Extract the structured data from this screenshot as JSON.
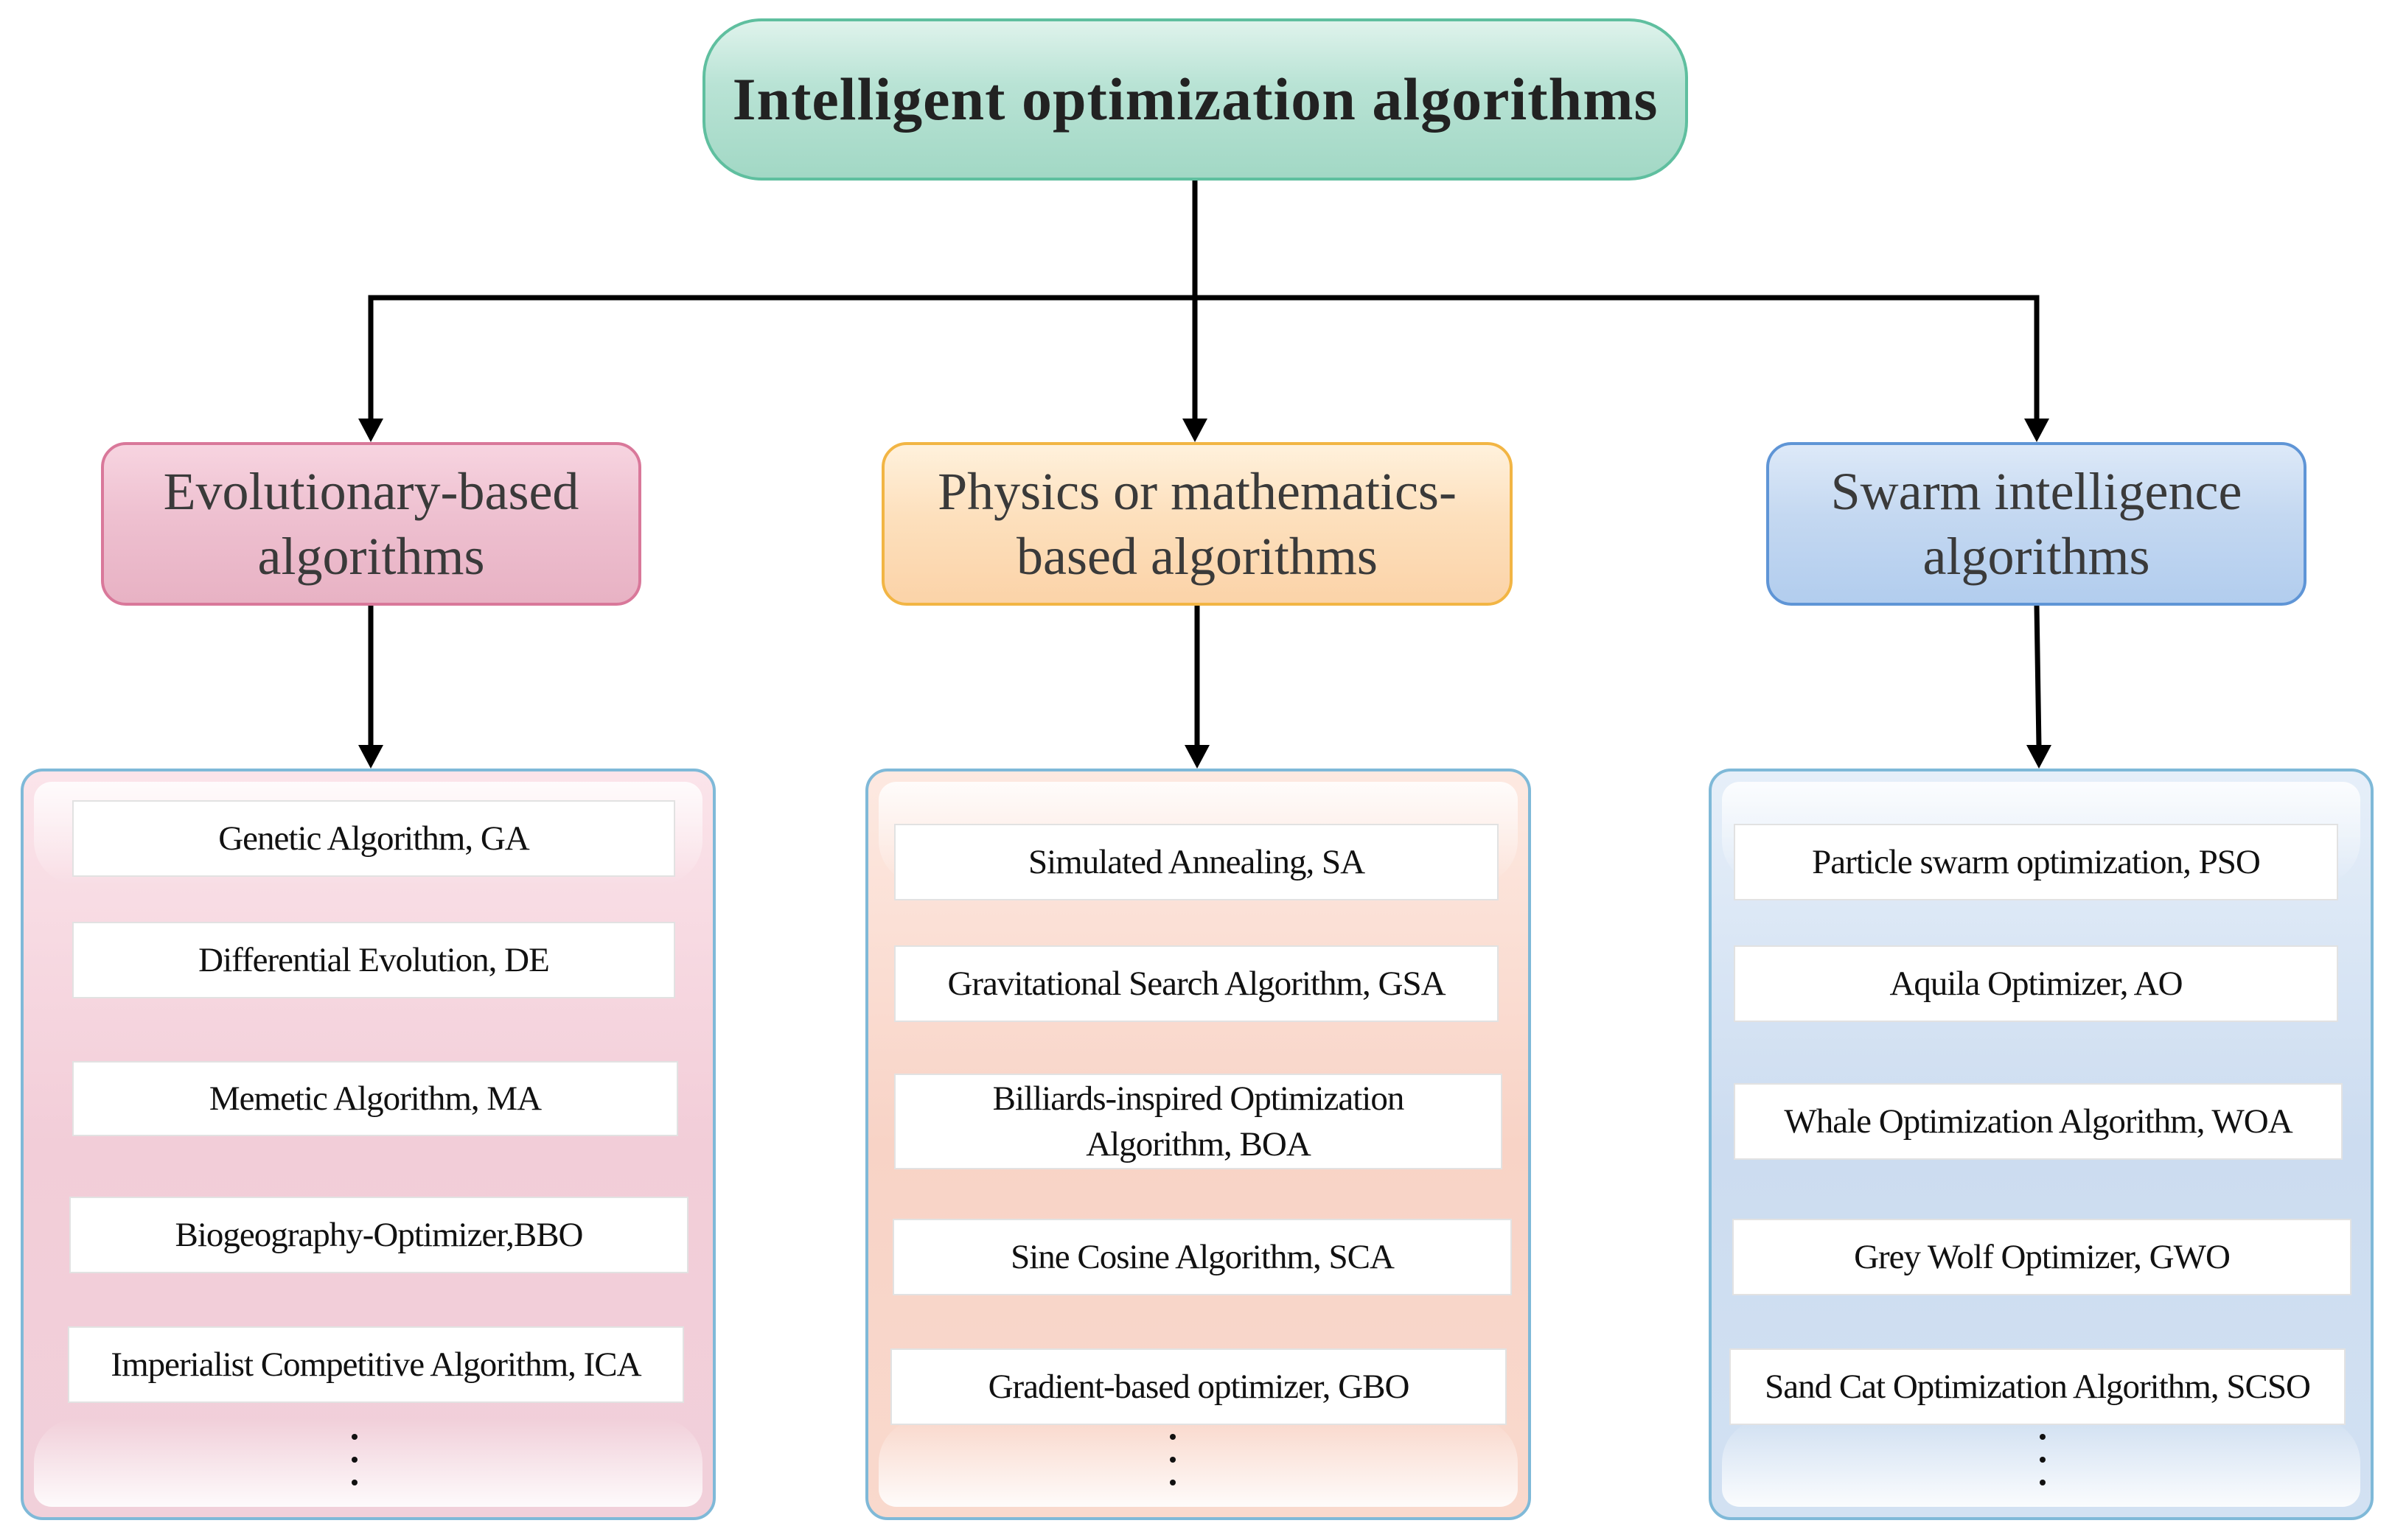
{
  "root": {
    "title": "Intelligent optimization algorithms"
  },
  "categories": [
    {
      "id": "evolutionary",
      "label": "Evolutionary-based\nalgorithms",
      "border_color": "#d9789a",
      "fill_color": "#eec0d0",
      "algorithms": [
        "Genetic Algorithm, GA",
        "Differential Evolution, DE",
        "Memetic Algorithm, MA",
        "Biogeography-Optimizer,BBO",
        "Imperialist Competitive Algorithm, ICA"
      ],
      "more_indicator": "vertical-ellipsis"
    },
    {
      "id": "physics",
      "label": "Physics or mathematics-\nbased algorithms",
      "border_color": "#f2b544",
      "fill_color": "#fde0bd",
      "algorithms": [
        "Simulated Annealing, SA",
        "Gravitational Search Algorithm, GSA",
        "Billiards-inspired Optimization\nAlgorithm, BOA",
        "Sine Cosine Algorithm, SCA",
        "Gradient-based optimizer, GBO"
      ],
      "more_indicator": "vertical-ellipsis"
    },
    {
      "id": "swarm",
      "label": "Swarm intelligence\nalgorithms",
      "border_color": "#5f95d6",
      "fill_color": "#c4d8f1",
      "algorithms": [
        "Particle swarm optimization, PSO",
        "Aquila Optimizer, AO",
        "Whale Optimization Algorithm, WOA",
        "Grey Wolf Optimizer, GWO",
        "Sand Cat Optimization Algorithm, SCSO"
      ],
      "more_indicator": "vertical-ellipsis"
    }
  ],
  "connector_color": "#000000"
}
